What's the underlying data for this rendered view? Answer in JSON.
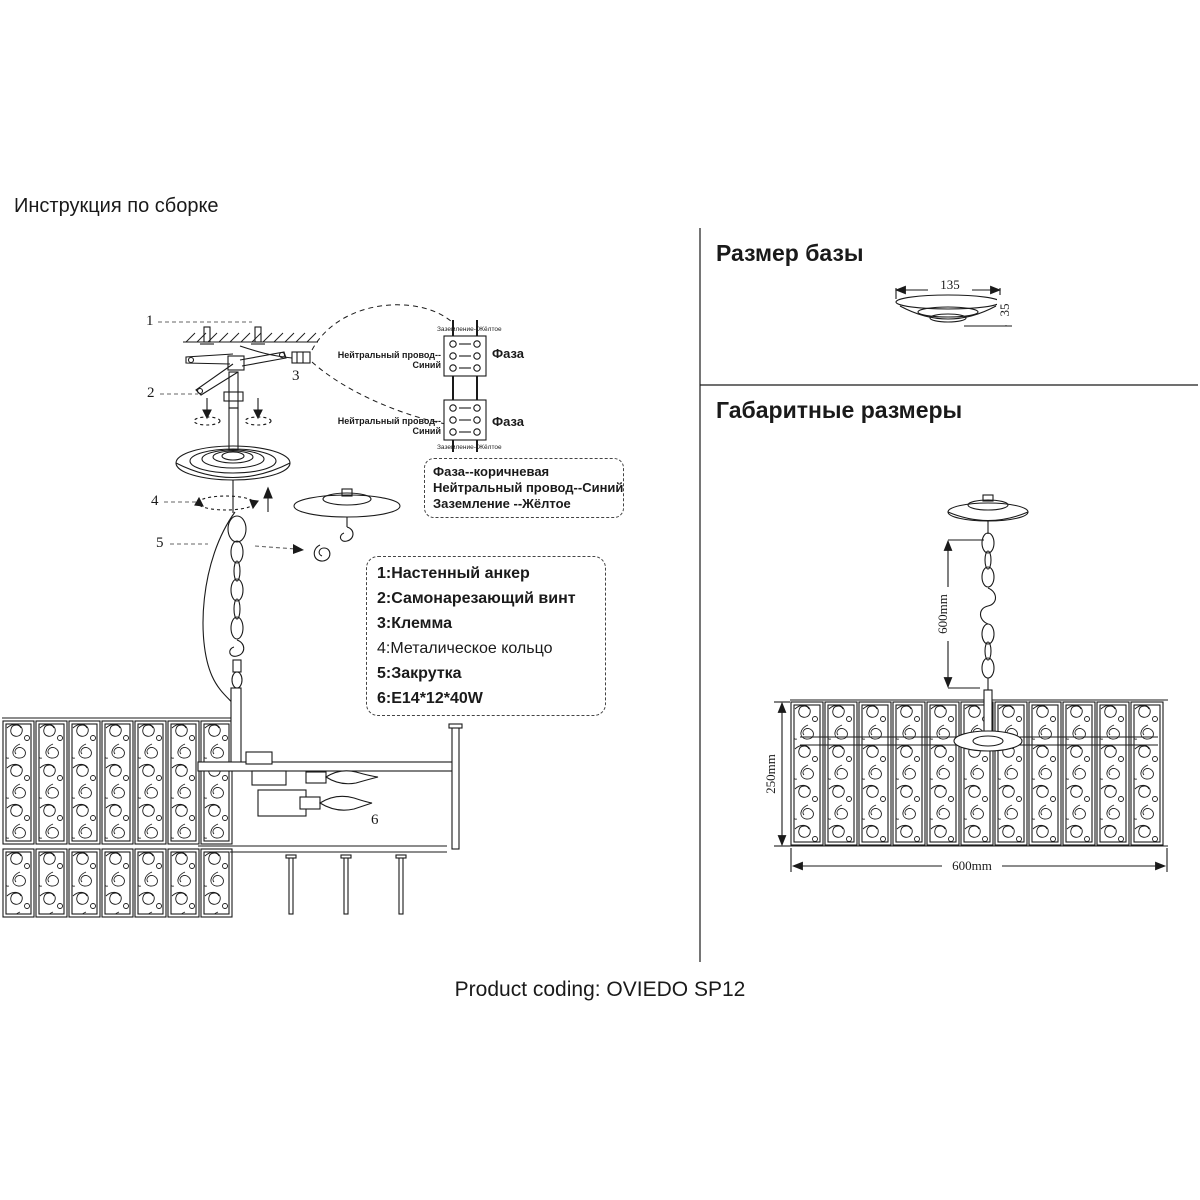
{
  "page": {
    "title": "Инструкция по сборке",
    "product_coding": "Product coding: OVIEDO SP12"
  },
  "base_size": {
    "heading": "Размер базы",
    "width": "135",
    "height": "35"
  },
  "overall": {
    "heading": "Габаритные размеры",
    "chain_length": "600mm",
    "shade_height": "250mm",
    "shade_width": "600mm"
  },
  "wiring": {
    "ground_top": "Заземление--Жёлтое",
    "ground_bottom": "Заземление--Жёлтое",
    "neutral_top": "Нейтральный провод--Синий",
    "phase_top": "Фаза",
    "neutral_bottom": "Нейтральный провод--Синий",
    "phase_bottom": "Фаза"
  },
  "legend": {
    "phase": "Фаза--коричневая",
    "neutral": "Нейтральный провод--Синий",
    "ground": "Заземление --Жёлтое"
  },
  "parts": [
    "1:Настенный анкер",
    "2:Самонарезающий винт",
    "3:Клемма",
    "4:Металическое кольцо",
    "5:Закрутка",
    "6:E14*12*40W"
  ],
  "callouts": {
    "c1": "1",
    "c2": "2",
    "c3": "3",
    "c4": "4",
    "c5": "5",
    "c6": "6"
  }
}
